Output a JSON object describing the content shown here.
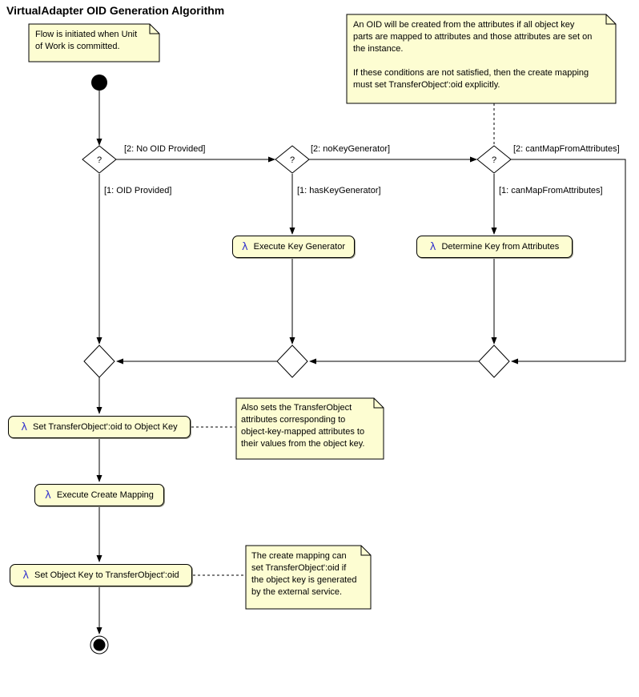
{
  "title": "VirtualAdapter OID Generation Algorithm",
  "colors": {
    "node_fill": "#FDFDD2",
    "lambda": "#3333CC",
    "line": "#000000",
    "background": "#FFFFFF"
  },
  "symbols": {
    "decision": "?",
    "lambda": "λ"
  },
  "notes": {
    "flow": "Flow is initiated when Unit\nof Work is committed.",
    "oid_creation": "An OID will be created from the attributes if all object key\nparts are mapped to attributes and those attributes are set on\nthe instance.\n\nIf these conditions are not satisfied, then the create mapping\nmust set TransferObject':oid explicitly.",
    "also_sets": "Also sets the TransferObject\nattributes corresponding to\nobject-key-mapped attributes to\ntheir values from the object key.",
    "create_mapping": "The create mapping can\nset TransferObject':oid if\nthe object key is generated\nby the external service."
  },
  "actions": {
    "execute_key_generator": "Execute Key Generator",
    "determine_key_from_attributes": "Determine Key from Attributes",
    "set_oid_to_object_key": "Set TransferObject':oid to Object Key",
    "execute_create_mapping": "Execute Create Mapping",
    "set_object_key_to_oid": "Set Object Key to TransferObject':oid"
  },
  "guards": {
    "no_oid_provided": "[2: No OID Provided]",
    "oid_provided": "[1: OID Provided]",
    "no_key_generator": "[2: noKeyGenerator]",
    "has_key_generator": "[1: hasKeyGenerator]",
    "cant_map_from_attributes": "[2: cantMapFromAttributes]",
    "can_map_from_attributes": "[1: canMapFromAttributes]"
  }
}
